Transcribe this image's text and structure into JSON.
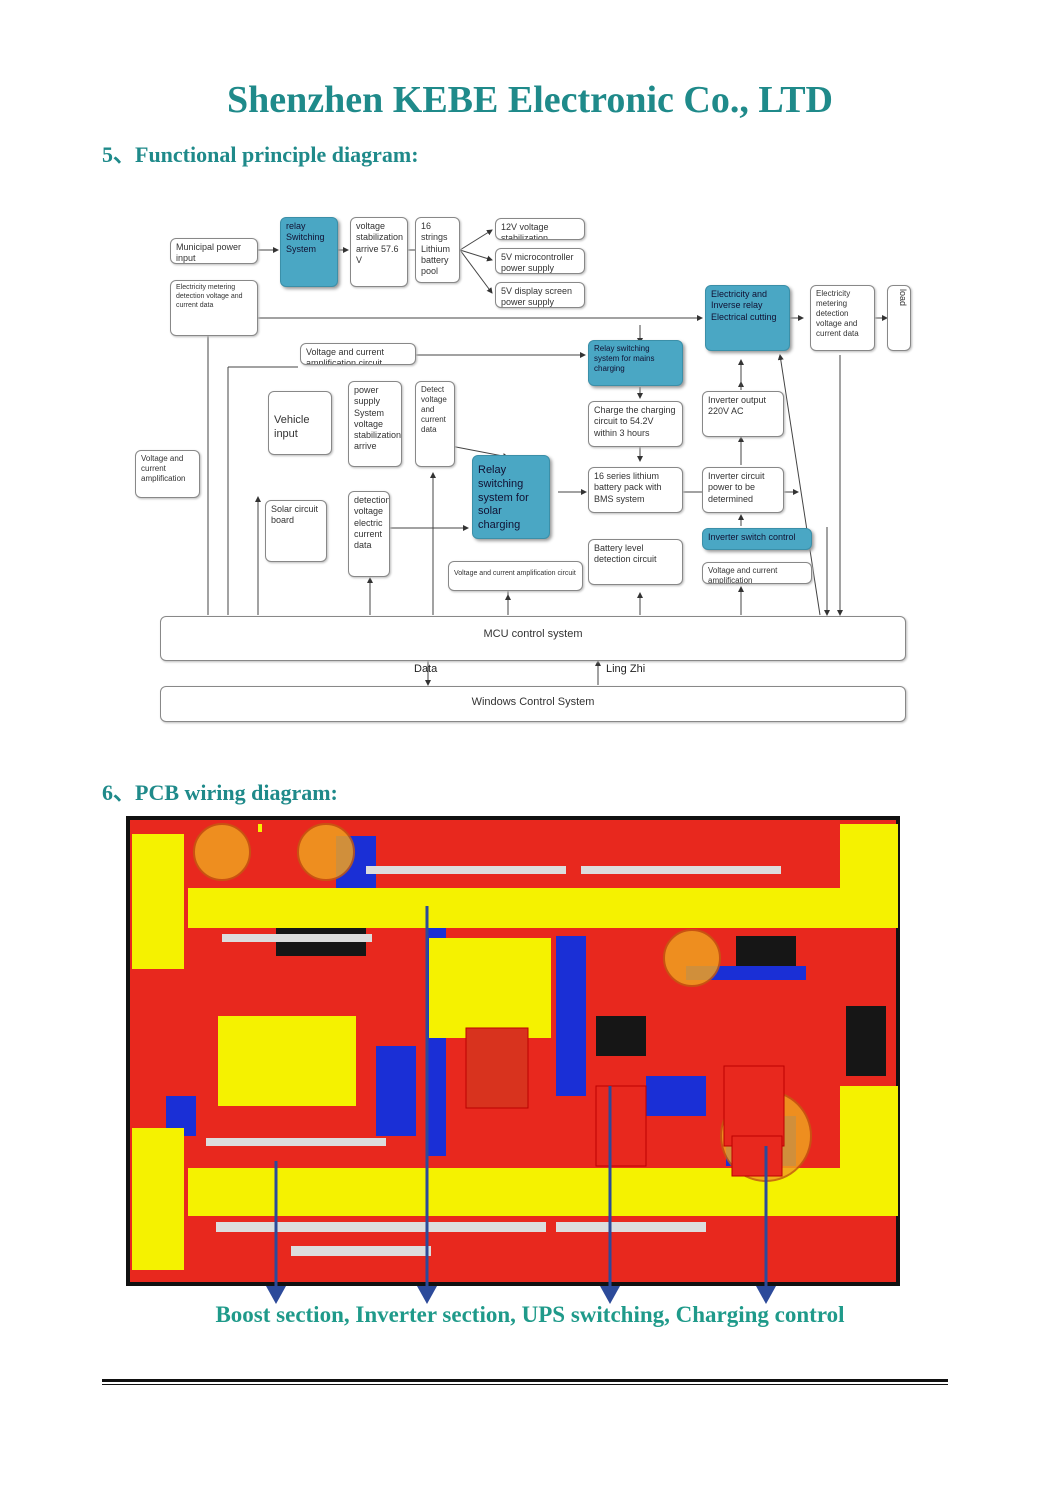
{
  "header": {
    "company": "Shenzhen KEBE Electronic Co., LTD"
  },
  "sections": {
    "functional": "5、Functional principle diagram:",
    "pcb": "6、PCB wiring diagram:"
  },
  "diagram": {
    "boxes": {
      "municipal": "Municipal power input",
      "relay_sys": "relay Switching System",
      "vstab": "voltage stabilization arrive 57.6 V",
      "battery": "16 strings Lithium battery pool",
      "v12": "12V voltage stabilization",
      "v5mcu": "5V microcontroller power supply",
      "v5disp": "5V display screen power supply",
      "metering1": "Electricity metering detection voltage and current data",
      "elec_inverse": "Electricity and Inverse relay Electrical cutting",
      "metering2": "Electricity metering detection voltage and current data",
      "load": "load",
      "vc_amp_top": "Voltage and current amplification circuit",
      "relay_mains": "Relay switching system for mains charging",
      "vc_amp_left": "Voltage and current amplification",
      "vehicle": "Vehicle input",
      "psu": "power supply System voltage stabilization arrive",
      "detect": "Detect voltage and current data",
      "charge": "Charge the charging circuit to 54.2V within 3 hours",
      "inv_out": "Inverter output 220V AC",
      "relay_solar": "Relay switching system for solar charging",
      "bms": "16 series lithium battery pack with BMS system",
      "inv_power": "Inverter circuit power to be determined",
      "solar": "Solar circuit board",
      "detection": "detection voltage electric current data",
      "inv_switch": "Inverter switch control",
      "vc_amp_mid": "Voltage and current amplification circuit",
      "battery_level": "Battery level detection circuit",
      "vc_amp_right": "Voltage and current amplification",
      "mcu": "MCU control system",
      "windows": "Windows Control System"
    },
    "labels": {
      "data": "Data",
      "ling_zhi": "Ling Zhi"
    }
  },
  "caption": "Boost section, Inverter section, UPS switching, Charging control",
  "colors": {
    "teal": "#1f8a8a",
    "pcb_red": "#e8281e",
    "pcb_yellow": "#f5f200",
    "pcb_blue": "#1a2fd6",
    "relay_blue": "#4aa7c4",
    "arrow_blue": "#2c4a9a"
  }
}
